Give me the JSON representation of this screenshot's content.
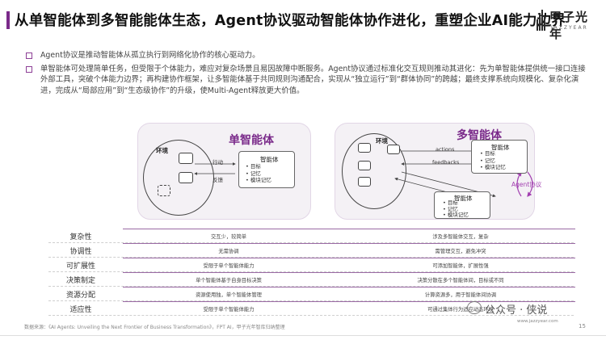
{
  "header": {
    "title": "从单智能体到多智能能体生态，Agent协议驱动智能体协作进化，重塑企业AI能力边界",
    "logo_main": "甲子光年",
    "logo_sub": "JAZZYEAR"
  },
  "bullets": [
    "Agent协议是推动智能体从孤立执行到网络化协作的核心驱动力。",
    "单智能体可处理简单任务，但受限于个体能力，难应对复杂场景且易因故障中断服务。Agent协议通过标准化交互规则推动其进化：先为单智能体提供统一接口连接外部工具，突破个体能力边界；再构建协作框架，让多智能体基于共同规则沟通配合，实现从“独立运行”到“群体协同”的跨越；最终支撑系统向规模化、复杂化演进，完成从“局部应用”到“生态级协作”的升级，使Multi-Agent释放更大价值。"
  ],
  "single_agent": {
    "title": "单智能体",
    "env_label": "环境",
    "action_label": "行动",
    "feedback_label": "反馈",
    "agent_title": "智能体",
    "modules": [
      "目标",
      "记忆",
      "模块记忆"
    ]
  },
  "multi_agent": {
    "title": "多智能体",
    "env_label": "环境",
    "actions_label": "actions",
    "feedbacks_label": "feedbacks",
    "protocol_label": "Agent协议",
    "agent_top_title": "智能体",
    "agent_top_modules": [
      "目标",
      "记忆",
      "模块记忆"
    ],
    "agent_bottom_title": "智能体",
    "agent_bottom_modules": [
      "目标",
      "记忆",
      "模块记忆"
    ]
  },
  "comparison": [
    {
      "label": "复杂性",
      "single": "交互少，较简单",
      "multi": "涉及多智能体交互，复杂"
    },
    {
      "label": "协调性",
      "single": "无需协调",
      "multi": "需管理交互，避免冲突"
    },
    {
      "label": "可扩展性",
      "single": "受限于单个智能体能力",
      "multi": "可添加智能体，扩展性强"
    },
    {
      "label": "决策制定",
      "single": "单个智能体基于自身目标决策",
      "multi": "决策分散在多个智能体间，目标或不同"
    },
    {
      "label": "资源分配",
      "single": "资源使用独，单个智能体管理",
      "multi": "计算资源多，用于智能体间协调"
    },
    {
      "label": "适应性",
      "single": "受限于单个智能体能力",
      "multi": "可通过集体行为适应动态环境"
    }
  ],
  "footer": {
    "source": "数据来源：《AI Agents: Unveiling the Next Frontier of Business Transformation》，FPT AI，甲子光年智库归纳整理",
    "page": "15",
    "watermark": "公众号 · 侠说",
    "watermark_url": "www.jazzyear.com"
  },
  "colors": {
    "accent": "#7a2a8a",
    "panel_bg": "#f4f1f5"
  }
}
